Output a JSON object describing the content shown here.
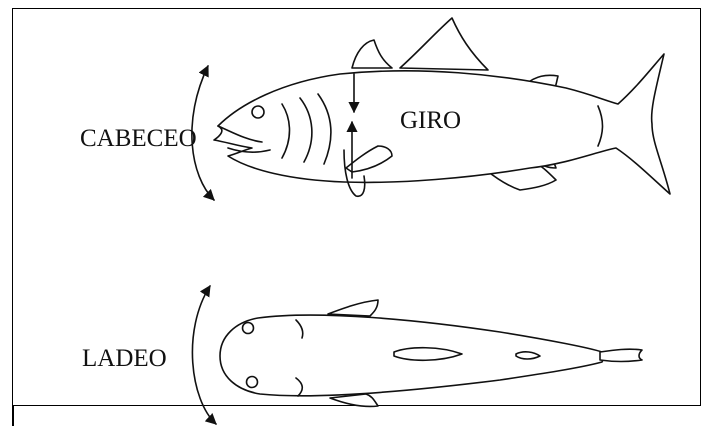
{
  "labels": {
    "pitch": "CABECEO",
    "yaw": "GIRO",
    "roll": "LADEO"
  },
  "colors": {
    "line": "#111111",
    "background": "#ffffff"
  }
}
